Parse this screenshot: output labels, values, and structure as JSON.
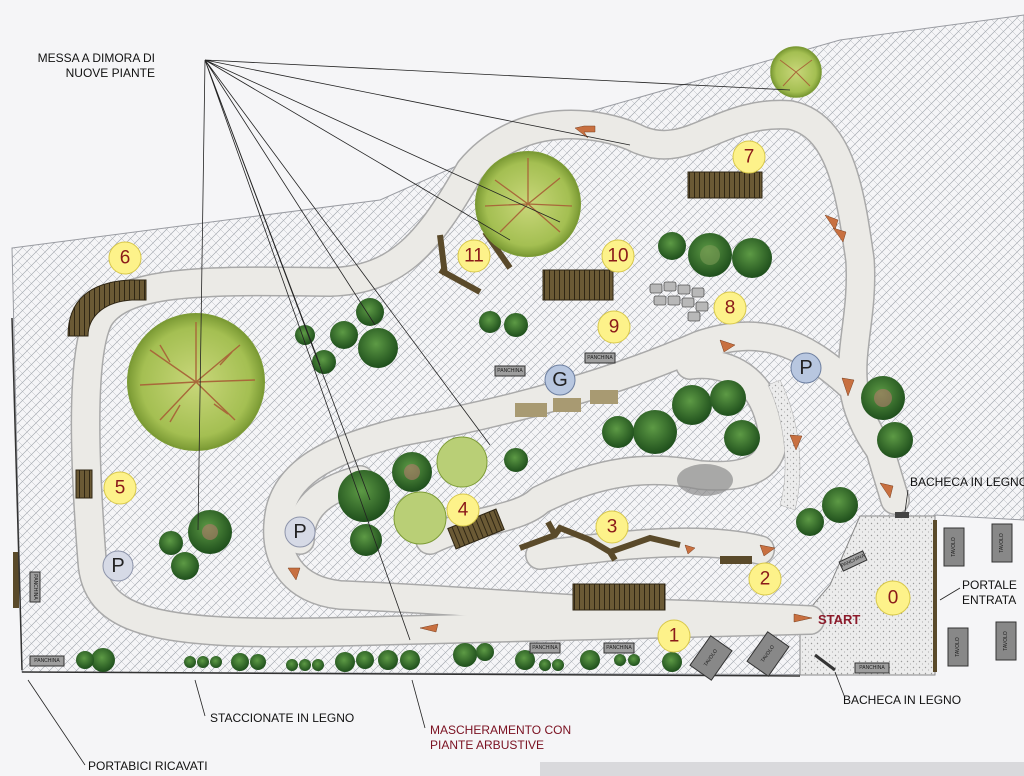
{
  "labels": {
    "messa_line1": "MESSA A DIMORA DI",
    "messa_line2": "NUOVE PIANTE",
    "bacheca_top": "BACHECA IN LEGNO",
    "bacheca_bottom": "BACHECA IN LEGNO",
    "portale_line1": "PORTALE",
    "portale_line2": "ENTRATA",
    "staccionate": "STACCIONATE IN LEGNO",
    "mascheramento_line1": "MASCHERAMENTO CON",
    "mascheramento_line2": "PIANTE ARBUSTIVE",
    "portabici": "PORTABICI RICAVATI",
    "start": "START"
  },
  "stations": [
    {
      "id": "0",
      "label": "0"
    },
    {
      "id": "1",
      "label": "1"
    },
    {
      "id": "2",
      "label": "2"
    },
    {
      "id": "3",
      "label": "3"
    },
    {
      "id": "4",
      "label": "4"
    },
    {
      "id": "5",
      "label": "5"
    },
    {
      "id": "6",
      "label": "6"
    },
    {
      "id": "7",
      "label": "7"
    },
    {
      "id": "8",
      "label": "8"
    },
    {
      "id": "9",
      "label": "9"
    },
    {
      "id": "10",
      "label": "10"
    },
    {
      "id": "11",
      "label": "11"
    }
  ],
  "points": [
    {
      "id": "g",
      "label": "G"
    },
    {
      "id": "p1",
      "label": "P"
    },
    {
      "id": "p2",
      "label": "P"
    },
    {
      "id": "p3",
      "label": "P"
    }
  ],
  "furniture": {
    "panchina": "PANCHINA",
    "tavolo": "TAVOLO"
  },
  "colors": {
    "path": "#e9e8e4",
    "path_edge": "#b8b8b8",
    "hatch": "#a7abb2",
    "circle_fill": "#fdf28a",
    "number": "#8a1a1a",
    "wood": "#5a4a2a",
    "tree_light": "#aac25a",
    "tree_dark": "#2f6a2a"
  }
}
